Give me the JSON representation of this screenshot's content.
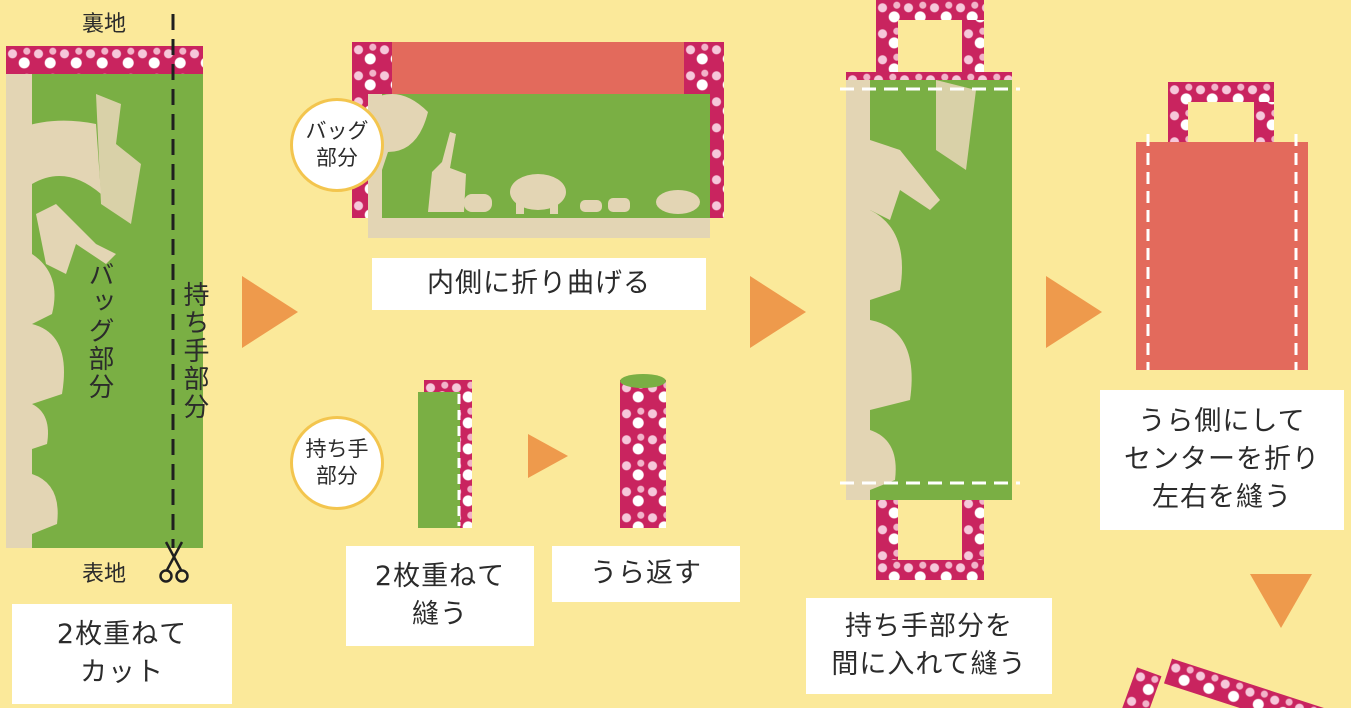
{
  "step1": {
    "top_label": "裏地",
    "bottom_label": "表地",
    "bag_part": "バッグ部分",
    "handle_part": "持ち手部分",
    "caption_line1": "2枚重ねて",
    "caption_line2": "カット"
  },
  "step2": {
    "circle_line1": "バッグ",
    "circle_line2": "部分",
    "caption": "内側に折り曲げる"
  },
  "step3": {
    "circle_line1": "持ち手",
    "circle_line2": "部分",
    "caption_a_line1": "2枚重ねて",
    "caption_a_line2": "縫う",
    "caption_b": "うら返す"
  },
  "step4": {
    "caption_line1": "持ち手部分を",
    "caption_line2": "間に入れて縫う"
  },
  "step5": {
    "caption_line1": "うら側にして",
    "caption_line2": "センターを折り",
    "caption_line3": "左右を縫う"
  },
  "colors": {
    "background": "#fbe99a",
    "green": "#7aaf44",
    "beige": "#e3d5b4",
    "salmon": "#e36a5c",
    "magenta": "#c9245f",
    "arrow": "#ee9a4c",
    "circle_border": "#f3c54e"
  },
  "icons": [
    "scissors-icon",
    "arrow-right-icon",
    "arrow-down-icon",
    "cut-line-icon",
    "stitch-line-icon"
  ]
}
